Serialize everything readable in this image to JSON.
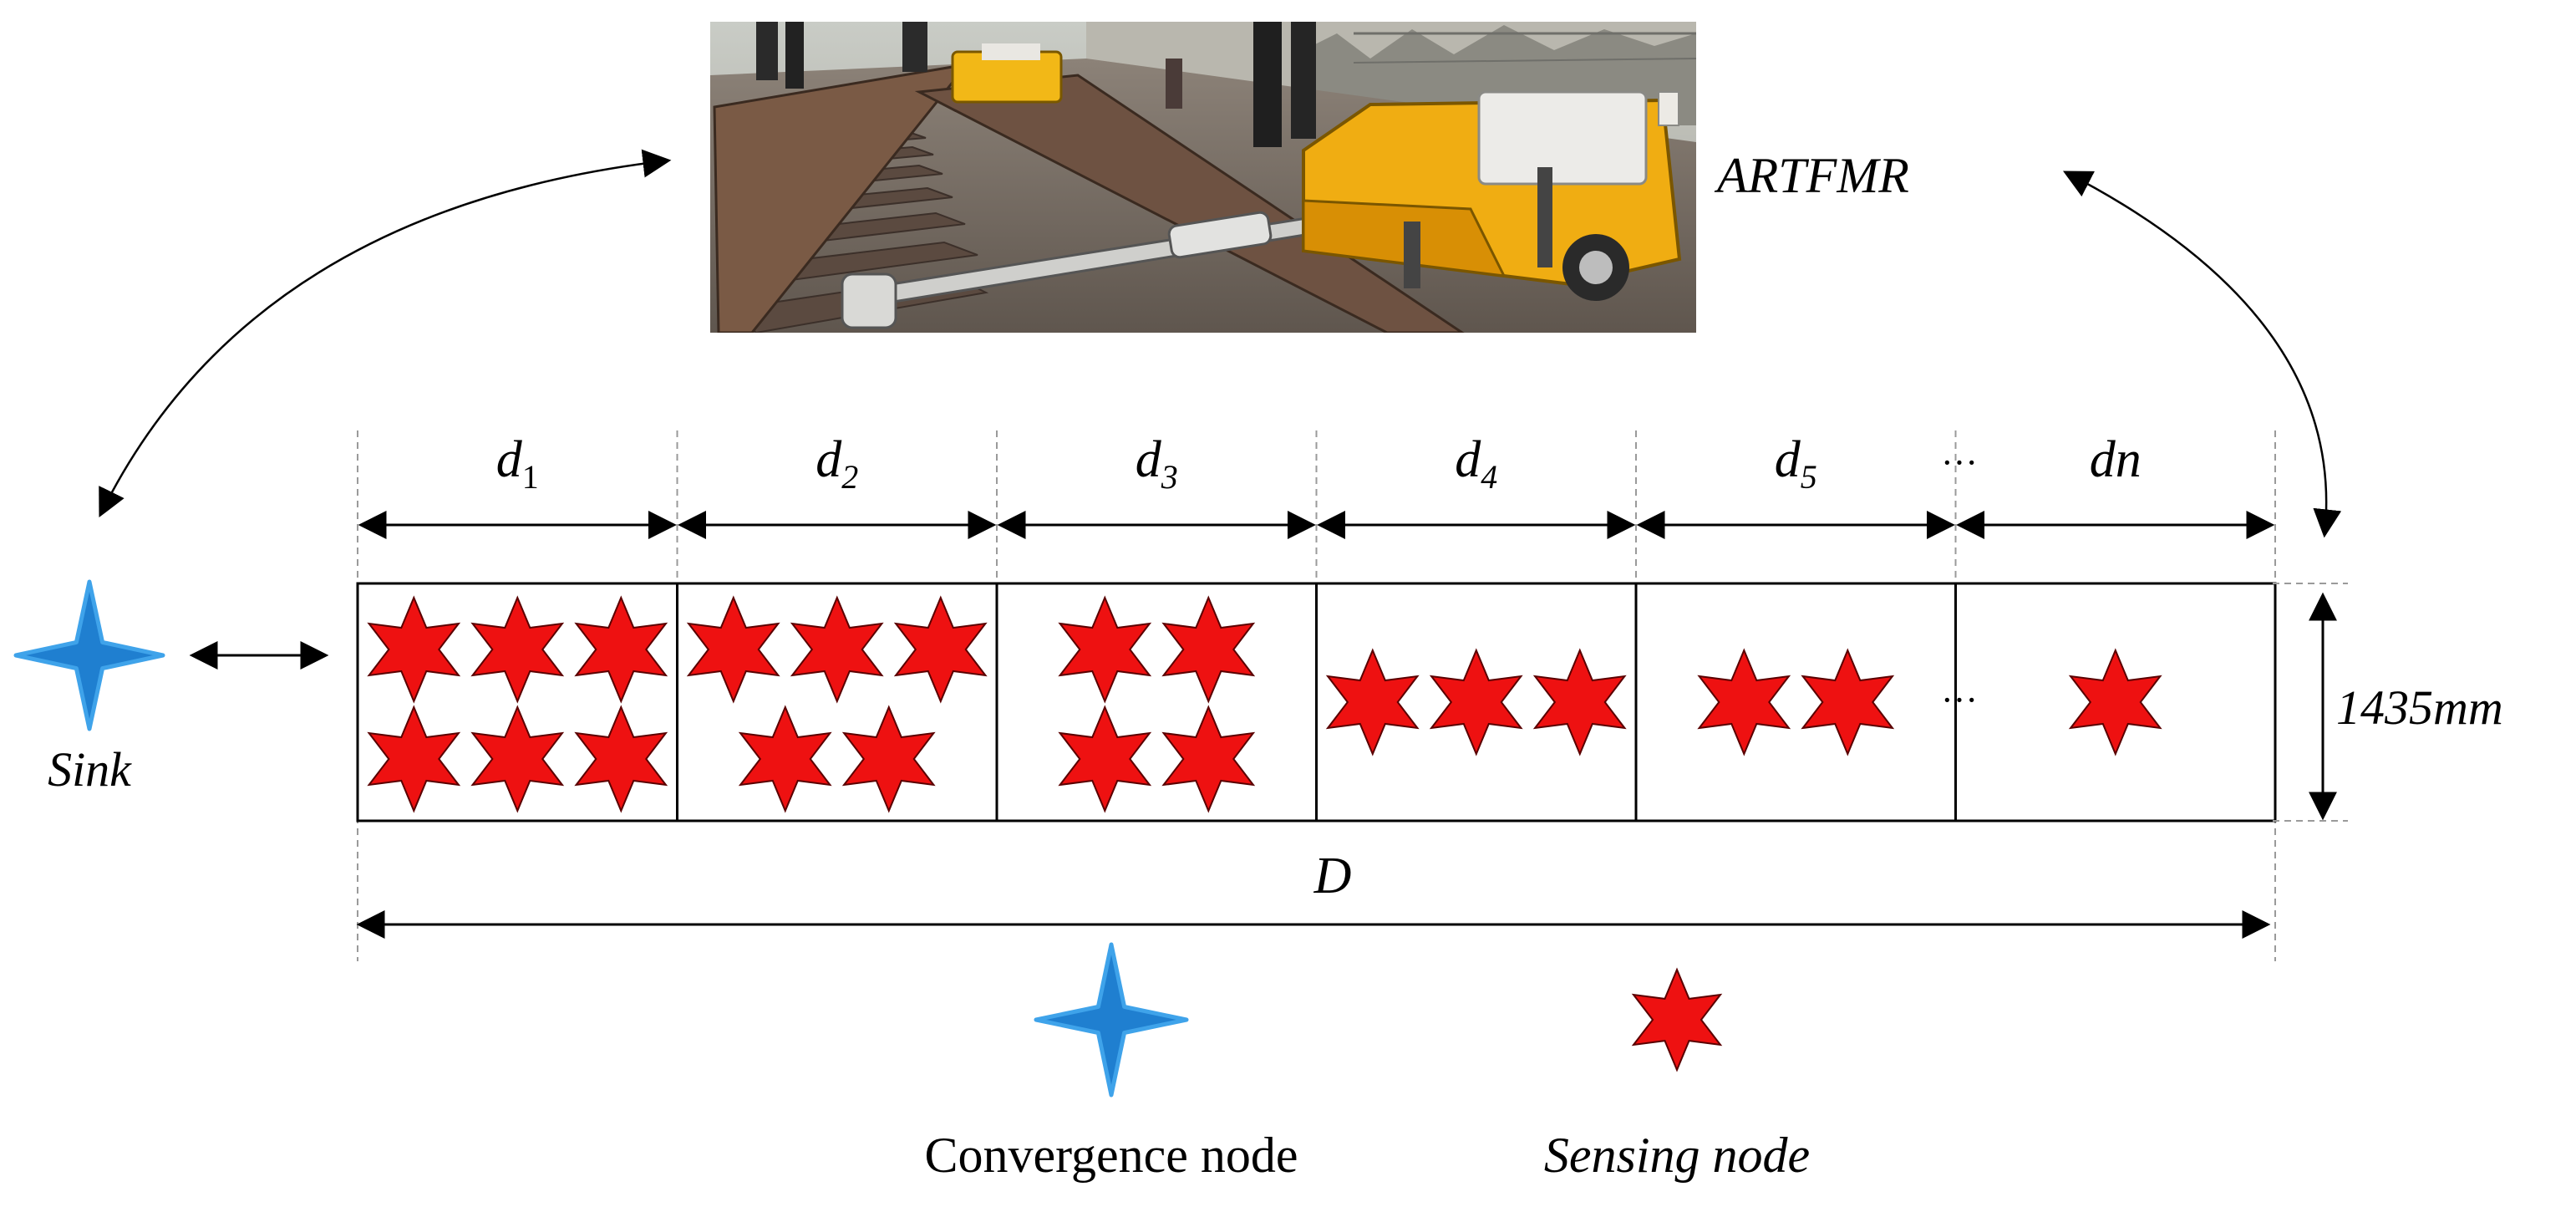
{
  "photo": {
    "caption": "ARTFMR"
  },
  "segments": [
    {
      "label": "d",
      "sub": "1",
      "rows": [
        3,
        3
      ]
    },
    {
      "label": "d",
      "sub": "2",
      "rows": [
        3,
        2
      ]
    },
    {
      "label": "d",
      "sub": "3",
      "rows": [
        2,
        2
      ]
    },
    {
      "label": "d",
      "sub": "4",
      "rows": [
        3
      ]
    },
    {
      "label": "d",
      "sub": "5",
      "rows": [
        2
      ]
    },
    {
      "label": "dn",
      "sub": "",
      "rows": [
        1
      ]
    }
  ],
  "ellipsis": "···",
  "total_label": "D",
  "track_width_label": "1435mm",
  "sink_label": "Sink",
  "legend": {
    "convergence_label": "Convergence node",
    "sensing_label": "Sensing node"
  },
  "colors": {
    "sink": "#1f7fd0",
    "sink_stroke": "#3fa3ea",
    "sensing": "#ee1111",
    "sensing_stroke": "#5a0000",
    "line": "#000000",
    "dash": "#9a9a9a"
  }
}
